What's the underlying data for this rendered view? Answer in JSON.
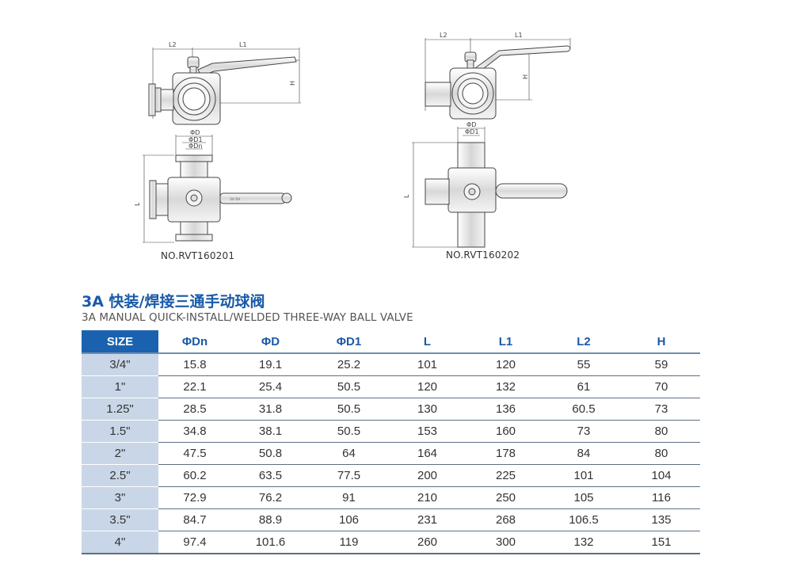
{
  "drawings": [
    {
      "model": "NO.RVT160201",
      "dims": {
        "l2": "L2",
        "l1": "L1",
        "h": "H",
        "od": "ΦD",
        "od1": "ΦD1",
        "odn": "ΦDn",
        "l": "L"
      },
      "body_text": "3A RA"
    },
    {
      "model": "NO.RVT160202",
      "dims": {
        "l2": "L2",
        "l1": "L1",
        "h": "H",
        "od": "ΦD",
        "od1": "ΦD1",
        "l": "L"
      }
    }
  ],
  "title_cn": "3A 快装/焊接三通手动球阀",
  "title_en": "3A MANUAL QUICK-INSTALL/WELDED THREE-WAY BALL VALVE",
  "table": {
    "headers": [
      "SIZE",
      "ΦDn",
      "ΦD",
      "ΦD1",
      "L",
      "L1",
      "L2",
      "H"
    ],
    "rows": [
      [
        "3/4\"",
        "15.8",
        "19.1",
        "25.2",
        "101",
        "120",
        "55",
        "59"
      ],
      [
        "1\"",
        "22.1",
        "25.4",
        "50.5",
        "120",
        "132",
        "61",
        "70"
      ],
      [
        "1.25\"",
        "28.5",
        "31.8",
        "50.5",
        "130",
        "136",
        "60.5",
        "73"
      ],
      [
        "1.5\"",
        "34.8",
        "38.1",
        "50.5",
        "153",
        "160",
        "73",
        "80"
      ],
      [
        "2\"",
        "47.5",
        "50.8",
        "64",
        "164",
        "178",
        "84",
        "80"
      ],
      [
        "2.5\"",
        "60.2",
        "63.5",
        "77.5",
        "200",
        "225",
        "101",
        "104"
      ],
      [
        "3\"",
        "72.9",
        "76.2",
        "91",
        "210",
        "250",
        "105",
        "116"
      ],
      [
        "3.5\"",
        "84.7",
        "88.9",
        "106",
        "231",
        "268",
        "106.5",
        "135"
      ],
      [
        "4\"",
        "97.4",
        "101.6",
        "119",
        "260",
        "300",
        "132",
        "151"
      ]
    ]
  }
}
